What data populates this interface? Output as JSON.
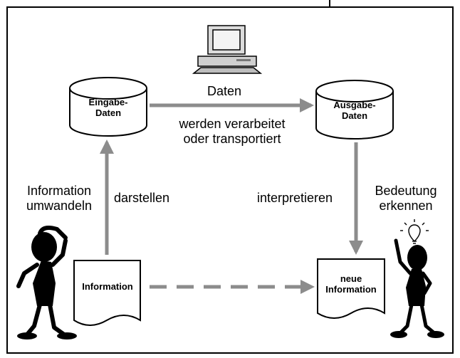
{
  "nodes": {
    "eingabe": "Eingabe-\nDaten",
    "ausgabe": "Ausgabe-\nDaten",
    "information": "Information",
    "neue_information": "neue\nInformation"
  },
  "labels": {
    "daten": "Daten",
    "verarbeitet": "werden verarbeitet\noder transportiert",
    "information_umwandeln": "Information\numwandeln",
    "darstellen": "darstellen",
    "interpretieren": "interpretieren",
    "bedeutung_erkennen": "Bedeutung\nerkennen"
  },
  "icons": [
    "computer-icon",
    "confused-person-icon",
    "idea-person-icon",
    "light-bulb-icon"
  ],
  "colors": {
    "arrow": "#8c8c8c",
    "line": "#000000",
    "background": "#ffffff"
  }
}
